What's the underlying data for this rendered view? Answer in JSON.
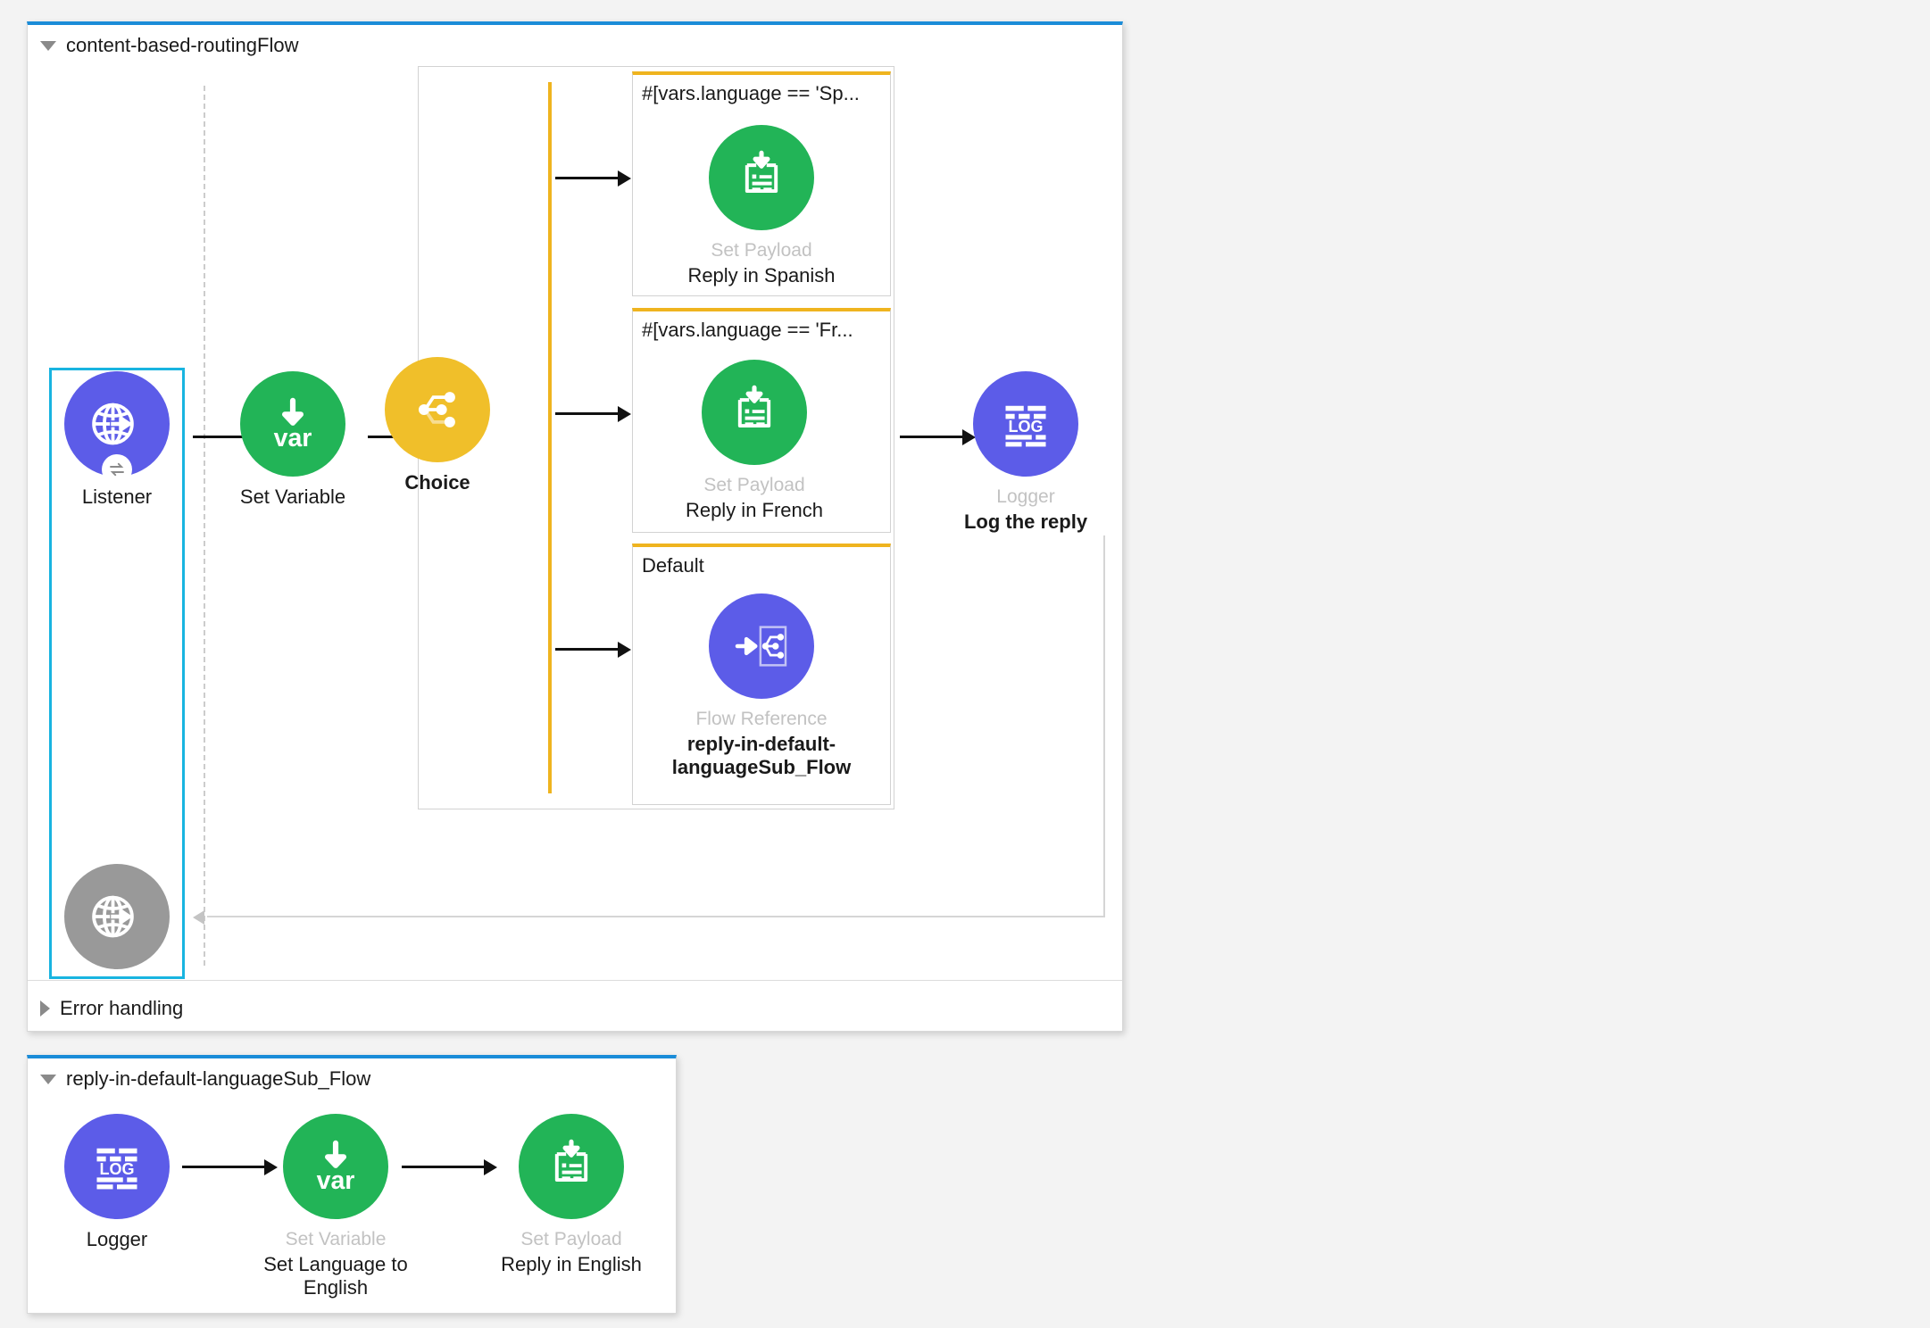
{
  "app": {
    "accent_blue": "#1a8cd8",
    "selection_color": "#18b4e0",
    "choice_rail_color": "#efb41f",
    "purple": "#5c5ce8",
    "green": "#22b457",
    "yellow": "#f0bf2a",
    "gray": "#999999",
    "muted_label_color": "#c2c2c2"
  },
  "main_flow": {
    "title": "content-based-routingFlow",
    "collapse_icon": "triangle-down-icon",
    "error_handling": {
      "label": "Error handling",
      "collapse_icon": "triangle-right-icon"
    },
    "nodes": {
      "listener": {
        "type_label": "",
        "name_label": "Listener",
        "icon": "globe-arrow-icon",
        "badge_icon": "exchange-icon",
        "color": "#5c5ce8",
        "selected": true
      },
      "set_variable": {
        "type_label": "",
        "name_label": "Set Variable",
        "icon": "var-down-arrow-icon",
        "color": "#22b457"
      },
      "choice": {
        "type_label": "",
        "name_label": "Choice",
        "icon": "choice-branch-icon",
        "color": "#f0bf2a"
      },
      "logger": {
        "type_label": "Logger",
        "name_label": "Log the reply",
        "icon": "log-icon",
        "color": "#5c5ce8"
      },
      "response": {
        "type_label": "",
        "name_label": "",
        "icon": "globe-arrow-icon",
        "color": "#999999"
      }
    },
    "choice_branches": [
      {
        "condition": "#[vars.language == 'Sp...",
        "type_label": "Set Payload",
        "name_label": "Reply in Spanish",
        "icon": "set-payload-icon",
        "color": "#22b457"
      },
      {
        "condition": "#[vars.language == 'Fr...",
        "type_label": "Set Payload",
        "name_label": "Reply in French",
        "icon": "set-payload-icon",
        "color": "#22b457"
      },
      {
        "condition": "Default",
        "type_label": "Flow Reference",
        "name_label": "reply-in-default-languageSub_Flow",
        "name_label_line1": "reply-in-default-",
        "name_label_line2": "languageSub_Flow",
        "icon": "flow-reference-icon",
        "color": "#5c5ce8"
      }
    ]
  },
  "sub_flow": {
    "title": "reply-in-default-languageSub_Flow",
    "collapse_icon": "triangle-down-icon",
    "nodes": [
      {
        "type_label": "",
        "name_label": "Logger",
        "icon": "log-icon",
        "color": "#5c5ce8"
      },
      {
        "type_label": "Set Variable",
        "name_label": "Set Language to English",
        "name_label_line1": "Set Language to",
        "name_label_line2": "English",
        "icon": "var-down-arrow-icon",
        "color": "#22b457"
      },
      {
        "type_label": "Set Payload",
        "name_label": "Reply in English",
        "icon": "set-payload-icon",
        "color": "#22b457"
      }
    ]
  }
}
